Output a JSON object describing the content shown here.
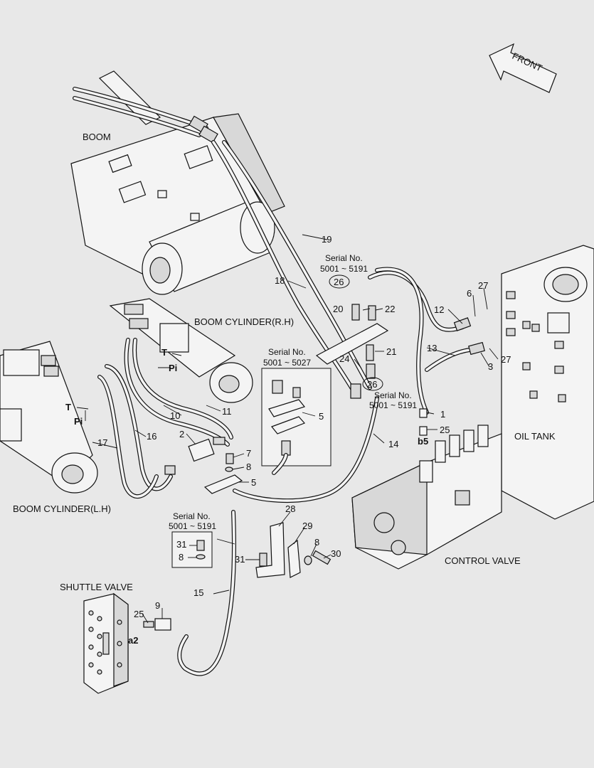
{
  "diagram": {
    "background": "#e8e8e8",
    "line_color": "#111111",
    "component_labels": {
      "front": "FRONT",
      "boom": "BOOM",
      "boom_cylinder_rh": "BOOM CYLINDER(R.H)",
      "boom_cylinder_lh": "BOOM CYLINDER(L.H)",
      "oil_tank": "OIL TANK",
      "control_valve": "CONTROL VALVE",
      "shuttle_valve": "SHUTTLE VALVE"
    },
    "port_labels": {
      "t_rh": "T",
      "pi_rh": "Pi",
      "t_lh": "T",
      "pi_lh": "Pi",
      "b5": "b5",
      "a2": "a2"
    },
    "serial_notes": {
      "top": {
        "title": "Serial No.",
        "range": "5001 ~ 5191",
        "circle": "26"
      },
      "bracket": {
        "title": "Serial No.",
        "range": "5001 ~ 5027"
      },
      "mid": {
        "title": "Serial No.",
        "range": "5001 ~ 5191",
        "circle": "26"
      },
      "lower": {
        "title": "Serial No.",
        "range": "5001 ~ 5191"
      }
    },
    "part_numbers": {
      "p1": "1",
      "p2": "2",
      "p3": "3",
      "p5a": "5",
      "p5b": "5",
      "p6": "6",
      "p7": "7",
      "p8a": "8",
      "p8b": "8",
      "p8c": "8",
      "p9": "9",
      "p10": "10",
      "p11": "11",
      "p12": "12",
      "p13": "13",
      "p14": "14",
      "p15": "15",
      "p16": "16",
      "p17": "17",
      "p18": "18",
      "p19": "19",
      "p20": "20",
      "p21": "21",
      "p22": "22",
      "p24": "24",
      "p25a": "25",
      "p25b": "25",
      "p27a": "27",
      "p27b": "27",
      "p28": "28",
      "p29": "29",
      "p30": "30",
      "p31a": "31",
      "p31b": "31"
    }
  }
}
